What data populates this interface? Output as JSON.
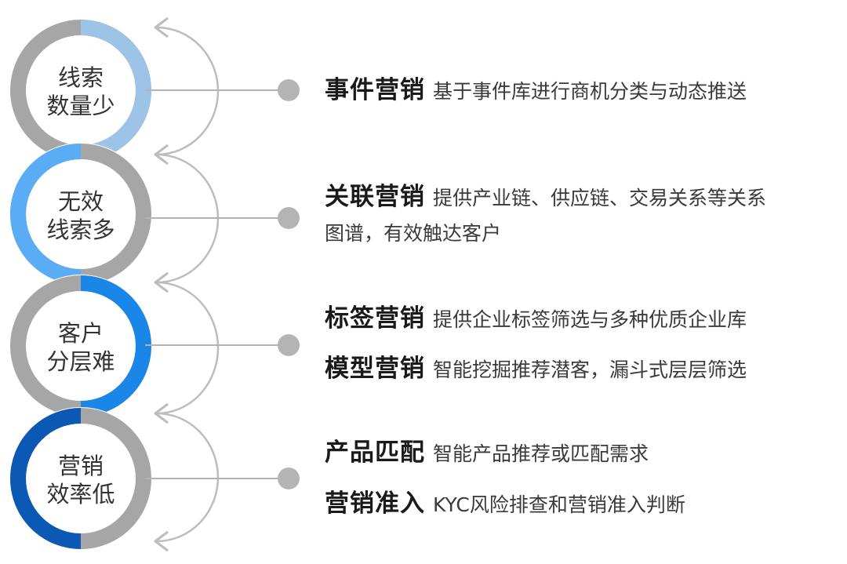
{
  "colors": {
    "gray_ring": "#a6a6a6",
    "connector": "#b3b3b3",
    "dot": "#b4b4b4",
    "arc": "#bdbdbd",
    "ring_accents": [
      "#9dc3e6",
      "#5aacf4",
      "#1a86e8",
      "#0b58b5"
    ]
  },
  "stages": [
    {
      "line1": "线索",
      "line2": "数量少",
      "accent": "#9dc3e6",
      "accent_side": "right"
    },
    {
      "line1": "无效",
      "line2": "线索多",
      "accent": "#5aacf4",
      "accent_side": "left"
    },
    {
      "line1": "客户",
      "line2": "分层难",
      "accent": "#1a86e8",
      "accent_side": "right"
    },
    {
      "line1": "营销",
      "line2": "效率低",
      "accent": "#0b58b5",
      "accent_side": "left"
    }
  ],
  "solutions": [
    {
      "keyword": "事件营销",
      "desc": "基于事件库进行商机分类与动态推送"
    },
    {
      "keyword": "关联营销",
      "desc": "提供产业链、供应链、交易关系等关系",
      "desc_cont": "图谱，有效触达客户"
    },
    {
      "keyword": "标签营销",
      "desc": "提供企业标签筛选与多种优质企业库"
    },
    {
      "keyword": "模型营销",
      "desc": "智能挖掘推荐潜客，漏斗式层层筛选"
    },
    {
      "keyword": "产品匹配",
      "desc": "智能产品推荐或匹配需求"
    },
    {
      "keyword": "营销准入",
      "desc": "KYC风险排查和营销准入判断"
    }
  ]
}
